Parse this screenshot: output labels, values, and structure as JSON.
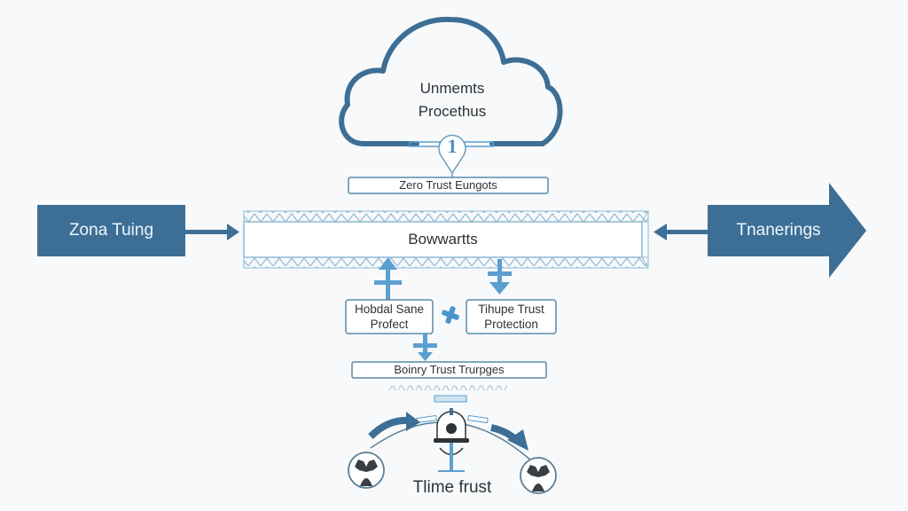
{
  "colors": {
    "primary_blue": "#3d6f96",
    "light_blue": "#5a9fd0",
    "box_stroke": "#5a8aa8",
    "hatch": "#8fb9d3",
    "text_dark": "#2e3338",
    "text_light": "#f0f6fa",
    "background": "#f7f9fa"
  },
  "cloud": {
    "line1": "Unmemts",
    "line2": "Procethus",
    "badge_number": "1"
  },
  "top_box": {
    "label": "Zero Trust Eungots"
  },
  "left_block": {
    "label": "Zona Tuing"
  },
  "right_arrow": {
    "label": "Tnanerings"
  },
  "main_bar": {
    "label": "Bowwartts"
  },
  "left_box": {
    "line1": "Hobdal Sane",
    "line2": "Profect"
  },
  "right_box": {
    "line1": "Tihupe Trust",
    "line2": "Protection"
  },
  "bottom_box": {
    "label": "Boinry Trust Trurpges"
  },
  "bottom": {
    "label": "Tlime frust"
  },
  "icons": {
    "cloud": "cloud-icon",
    "badge": "location-pin-icon",
    "cross": "x-mark-icon",
    "user_left": "user-node-icon",
    "user_right": "user-node-icon",
    "center_node": "dome-node-icon"
  }
}
